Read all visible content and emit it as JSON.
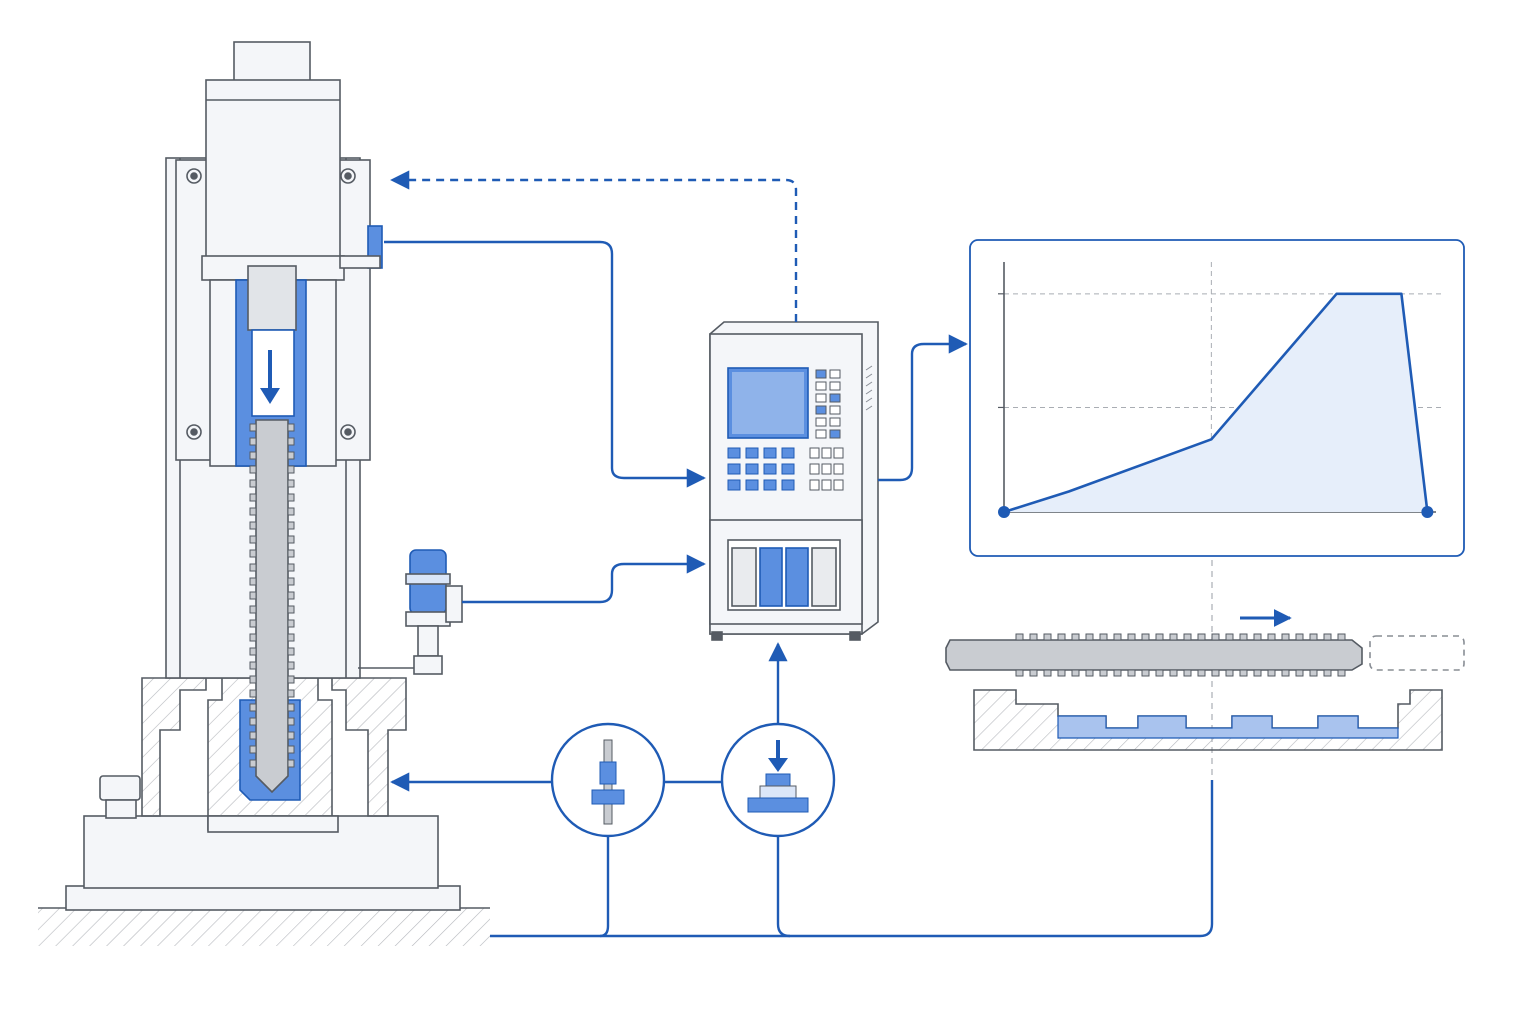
{
  "diagram": {
    "title": "",
    "colors": {
      "accent": "#1f5bb5",
      "accent_fill": "#5b8fe0",
      "light_fill": "#dbe6f8",
      "chart_fill": "#e6eefa",
      "outline": "#555b63",
      "machine_body": "#f4f6f9",
      "hatch": "#b5b8bd",
      "grid": "#a9adb3",
      "steel": "#c9ccd1"
    },
    "components": [
      {
        "id": "press",
        "name": "press-machine",
        "icon": "press-machine-icon"
      },
      {
        "id": "controller",
        "name": "control-cabinet",
        "icon": "control-cabinet-icon"
      },
      {
        "id": "sensor",
        "name": "position-sensor",
        "icon": "sensor-icon"
      },
      {
        "id": "load-cell",
        "name": "load-cell-detail",
        "icon": "load-cell-icon"
      },
      {
        "id": "force-pad",
        "name": "force-pad-detail",
        "icon": "force-pad-icon"
      },
      {
        "id": "curve",
        "name": "force-curve-panel",
        "icon": "chart-icon"
      },
      {
        "id": "part",
        "name": "threaded-part-cross-section",
        "icon": "screw-icon"
      }
    ],
    "connections": [
      {
        "from": "controller",
        "to": "press",
        "style": "dashed",
        "label": ""
      },
      {
        "from": "press",
        "to": "controller",
        "style": "solid",
        "label": ""
      },
      {
        "from": "sensor",
        "to": "controller",
        "style": "solid",
        "label": ""
      },
      {
        "from": "force-pad",
        "to": "controller",
        "style": "solid",
        "label": ""
      },
      {
        "from": "controller",
        "to": "curve",
        "style": "solid",
        "label": ""
      },
      {
        "from": "load-cell",
        "to": "press",
        "style": "solid",
        "label": ""
      }
    ]
  },
  "chart_data": {
    "type": "area",
    "title": "",
    "xlabel": "",
    "ylabel": "",
    "grid": true,
    "x": [
      0,
      0.15,
      0.48,
      0.77,
      0.92,
      0.98
    ],
    "y": [
      0,
      0.09,
      0.32,
      0.96,
      0.96,
      0
    ],
    "xlim": [
      0,
      1
    ],
    "ylim": [
      0,
      1.1
    ],
    "y_gridlines": [
      0.46,
      0.96
    ],
    "x_gridline": 0.48
  }
}
